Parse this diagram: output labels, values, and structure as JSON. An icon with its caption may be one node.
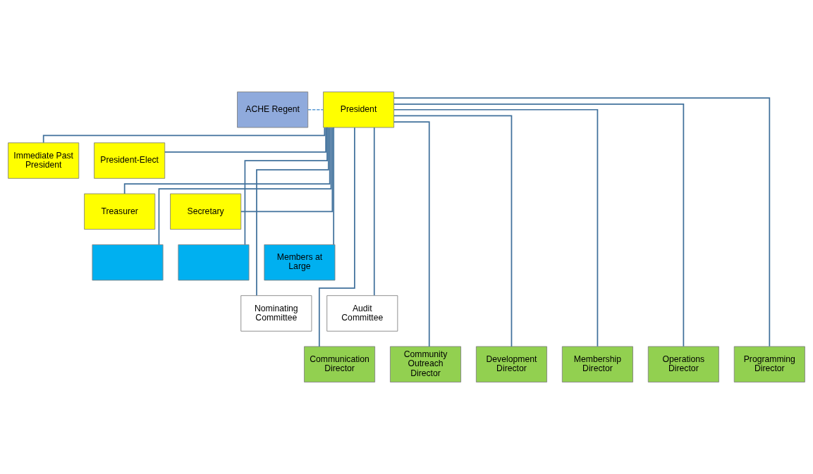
{
  "diagram": {
    "nodes": [
      {
        "text": [
          "ACHE Regent"
        ]
      },
      {
        "text": [
          "President"
        ]
      },
      {
        "text": [
          "Immediate Past President"
        ]
      },
      {
        "text": [
          "President-Elect"
        ]
      },
      {
        "text": [
          "Treasurer"
        ]
      },
      {
        "text": [
          "Secretary"
        ]
      },
      {
        "text": [],
        "shape": "box"
      },
      {
        "text": [],
        "shape": "box"
      },
      {
        "text": [
          "Members at Large"
        ]
      },
      {
        "text": [
          "Nominating Committee"
        ]
      },
      {
        "text": [
          "Audit Committee"
        ]
      },
      {
        "text": [
          "Communication Director"
        ]
      },
      {
        "text": [
          "Community Outreach Director"
        ]
      },
      {
        "text": [
          "Development Director"
        ]
      },
      {
        "text": [
          "Membership Director"
        ]
      },
      {
        "text": [
          "Operations Director"
        ]
      },
      {
        "text": [
          "Programming Director"
        ]
      }
    ],
    "edges": [
      {
        "from": 0,
        "to": 1,
        "arrow": "none",
        "style": "dashed",
        "color": "#5b9bd5"
      },
      {
        "from": 1,
        "to": 2,
        "arrow": "none"
      },
      {
        "from": 1,
        "to": 3,
        "arrow": "none"
      },
      {
        "from": 1,
        "to": 4,
        "arrow": "none"
      },
      {
        "from": 1,
        "to": 5,
        "arrow": "none"
      },
      {
        "from": 1,
        "to": 6,
        "arrow": "none"
      },
      {
        "from": 1,
        "to": 7,
        "arrow": "none"
      },
      {
        "from": 1,
        "to": 8,
        "arrow": "none"
      },
      {
        "from": 1,
        "to": 9,
        "arrow": "none"
      },
      {
        "from": 1,
        "to": 10,
        "arrow": "none"
      },
      {
        "from": 1,
        "to": 11,
        "arrow": "none"
      },
      {
        "from": 1,
        "to": 12,
        "arrow": "none"
      },
      {
        "from": 1,
        "to": 13,
        "arrow": "none"
      },
      {
        "from": 1,
        "to": 14,
        "arrow": "none"
      },
      {
        "from": 1,
        "to": 15,
        "arrow": "none"
      },
      {
        "from": 1,
        "to": 16,
        "arrow": "none"
      }
    ]
  }
}
